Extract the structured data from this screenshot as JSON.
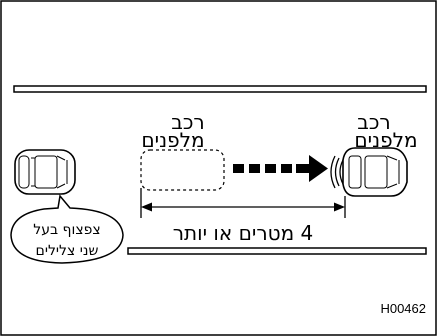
{
  "labels": {
    "car_ahead_left_line1": "רכב",
    "car_ahead_left_line2": "מלפנים",
    "car_ahead_right_line1": "רכב",
    "car_ahead_right_line2": "מלפנים",
    "distance": "4 מטרים או יותר",
    "bubble_line1": "צפצוף בעל",
    "bubble_line2": "שני צלילים",
    "figure_code": "H00462"
  },
  "colors": {
    "stroke": "#000000",
    "background": "#ffffff",
    "road_line_fill": "#ffffff"
  }
}
